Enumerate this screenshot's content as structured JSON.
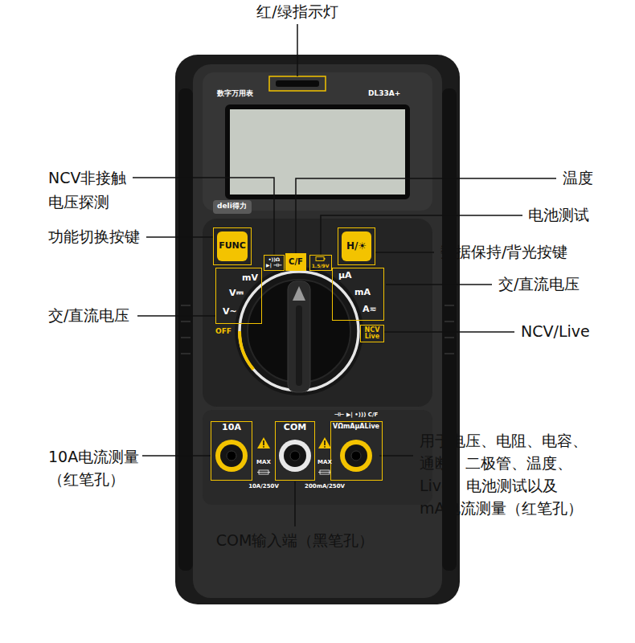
{
  "diagram": {
    "nodes": [
      {
        "text": [
          "FUNC"
        ]
      },
      {
        "text": [
          "H/☀"
        ]
      },
      {
        "text": [
          "•))Ω",
          "▶| ⊣⊢"
        ]
      },
      {
        "text": [
          "C/F"
        ]
      },
      {
        "text": [
          "1.5/9V"
        ]
      },
      {
        "text": [
          "mV",
          "V⎓",
          "V~"
        ]
      },
      {
        "text": [
          "μA",
          "mA",
          "A≂"
        ]
      },
      {
        "text": [
          "NCV Live"
        ]
      },
      {
        "text": [
          "10A"
        ]
      },
      {
        "text": [
          "COM"
        ]
      },
      {
        "text": [
          "VΩmAμALive"
        ]
      }
    ],
    "labels": [
      "红/绿指示灯",
      "数字万用表",
      "DL33A+",
      "NCV非接触 电压探测",
      "温度",
      "deli得力",
      "电池测试",
      "功能切换按键",
      "数据保持/背光按键",
      "交/直流电压",
      "交/直流电压",
      "OFF",
      "NCV/Live",
      "⊣⊢ ▶| •))) C/F",
      "MAX",
      "10A/250V",
      "MAX",
      "200mA/250V",
      "10A电流测量 （红笔孔）",
      "用于电压、电阻、电容、 通断、二极管、温度、 Live、电池测试以及 mA电流测量（红笔孔）",
      "COM输入端（黑笔孔）"
    ]
  }
}
